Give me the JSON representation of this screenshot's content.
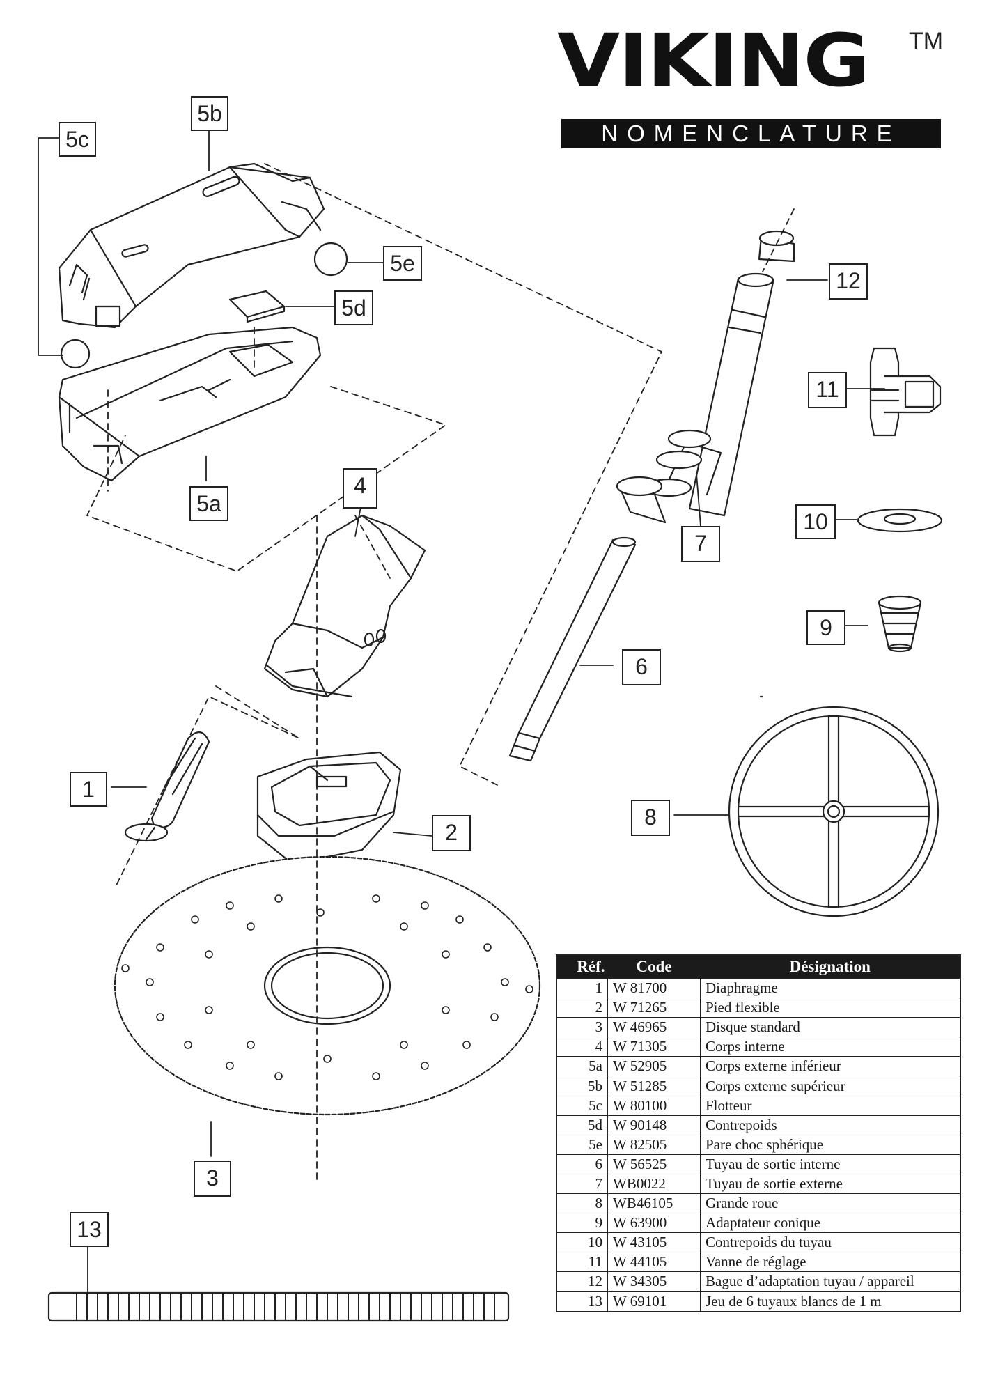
{
  "brand": {
    "logo": "VIKING",
    "tm": "TM",
    "subtitle": "NOMENCLATURE"
  },
  "callouts": [
    "5b",
    "5c",
    "5e",
    "5d",
    "5a",
    "4",
    "1",
    "2",
    "3",
    "13",
    "12",
    "11",
    "7",
    "10",
    "9",
    "6",
    "8"
  ],
  "parts_table": {
    "headers": {
      "ref": "Réf.",
      "code": "Code",
      "designation": "Désignation"
    },
    "rows": [
      {
        "ref": "1",
        "code": "W 81700",
        "designation": "Diaphragme"
      },
      {
        "ref": "2",
        "code": "W 71265",
        "designation": "Pied flexible"
      },
      {
        "ref": "3",
        "code": "W 46965",
        "designation": "Disque standard"
      },
      {
        "ref": "4",
        "code": "W 71305",
        "designation": "Corps interne"
      },
      {
        "ref": "5a",
        "code": "W 52905",
        "designation": "Corps externe inférieur"
      },
      {
        "ref": "5b",
        "code": "W 51285",
        "designation": "Corps externe supérieur"
      },
      {
        "ref": "5c",
        "code": "W 80100",
        "designation": "Flotteur"
      },
      {
        "ref": "5d",
        "code": "W 90148",
        "designation": "Contrepoids"
      },
      {
        "ref": "5e",
        "code": "W 82505",
        "designation": "Pare choc sphérique"
      },
      {
        "ref": "6",
        "code": "W 56525",
        "designation": "Tuyau de sortie interne"
      },
      {
        "ref": "7",
        "code": "WB0022",
        "designation": "Tuyau de sortie externe"
      },
      {
        "ref": "8",
        "code": "WB46105",
        "designation": "Grande roue"
      },
      {
        "ref": "9",
        "code": "W 63900",
        "designation": "Adaptateur conique"
      },
      {
        "ref": "10",
        "code": "W 43105",
        "designation": "Contrepoids du tuyau"
      },
      {
        "ref": "11",
        "code": "W 44105",
        "designation": "Vanne de réglage"
      },
      {
        "ref": "12",
        "code": "W 34305",
        "designation": "Bague d’adaptation tuyau / appareil"
      },
      {
        "ref": "13",
        "code": "W 69101",
        "designation": "Jeu de 6 tuyaux blancs de 1 m"
      }
    ]
  }
}
